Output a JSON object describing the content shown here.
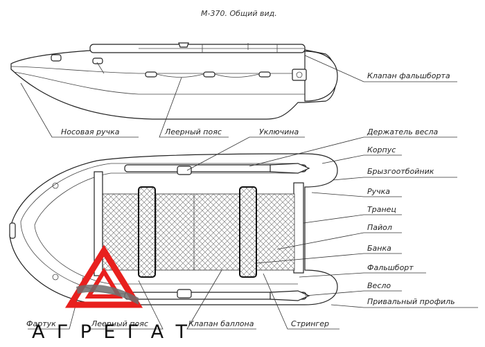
{
  "title": "М-370. Общий вид.",
  "labels": {
    "klapan_falshborta": "Клапан фальшборта",
    "nosovaya_ruchka": "Носовая ручка",
    "lerny_poyas_top": "Леерный пояс",
    "uklyuchina": "Уключина",
    "derzhatel_vesla": "Держатель весла",
    "korpus": "Корпус",
    "bryzgootboynik": "Брызгоотбойник",
    "ruchka": "Ручка",
    "tranets": "Транец",
    "payol": "Пайол",
    "banka": "Банка",
    "falshbort": "Фальшборт",
    "veslo": "Весло",
    "privalny_profil": "Привальный профиль",
    "fartuk": "Фартук",
    "lerny_poyas_bottom": "Леерный пояс",
    "klapan_ballona": "Клапан баллона",
    "stringer": "Стрингер"
  },
  "watermark": {
    "text": "АГРЕГАТ",
    "colors": {
      "red": "#e8201e",
      "dark": "#6d6d6d"
    }
  }
}
